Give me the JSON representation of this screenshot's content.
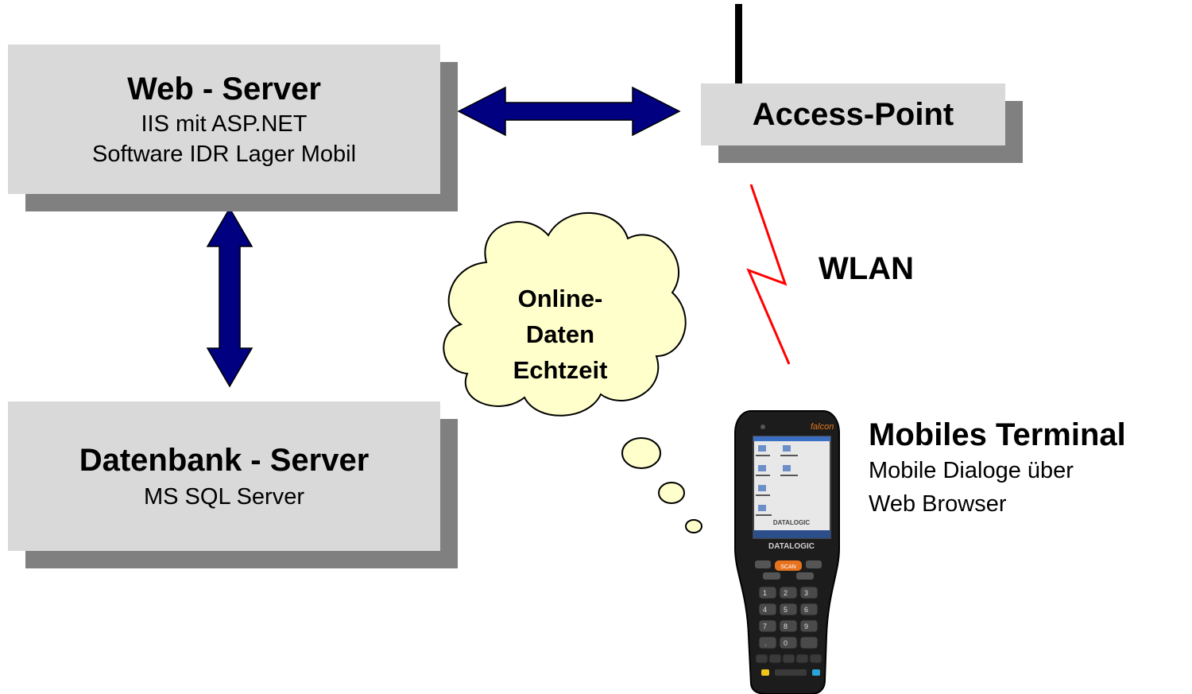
{
  "web_server": {
    "title": "Web - Server",
    "line1": "IIS mit ASP.NET",
    "line2": "Software IDR Lager Mobil"
  },
  "db_server": {
    "title": "Datenbank - Server",
    "line1": "MS SQL Server"
  },
  "access_point": {
    "title": "Access-Point"
  },
  "cloud": {
    "line1": "Online-",
    "line2": "Daten",
    "line3": "Echtzeit"
  },
  "wlan_label": "WLAN",
  "terminal": {
    "title": "Mobiles Terminal",
    "line1": "Mobile Dialoge über",
    "line2": "Web Browser",
    "brand": "DATALOGIC",
    "scan_key": "SCAN"
  },
  "colors": {
    "box_fill": "#d9d9d9",
    "box_shadow": "#808080",
    "arrow": "#000080",
    "lightning": "#ff0000",
    "cloud_fill": "#ffffcc"
  }
}
